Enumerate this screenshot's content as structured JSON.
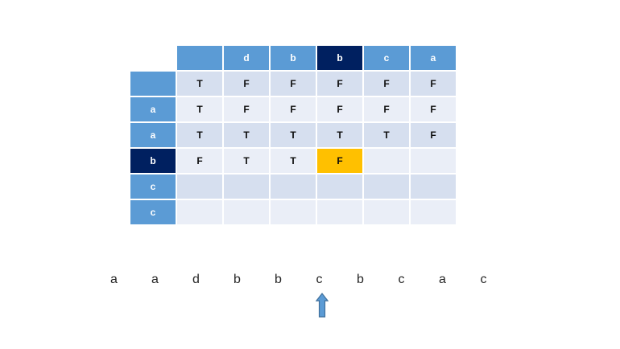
{
  "table": {
    "col_headers": [
      {
        "label": ""
      },
      {
        "label": "d"
      },
      {
        "label": "b"
      },
      {
        "label": "b"
      },
      {
        "label": "c"
      },
      {
        "label": "a"
      }
    ],
    "row_headers": [
      {
        "label": ""
      },
      {
        "label": "a"
      },
      {
        "label": "a"
      },
      {
        "label": "b"
      },
      {
        "label": "c"
      },
      {
        "label": "c"
      }
    ],
    "body_rows": [
      [
        "T",
        "F",
        "F",
        "F",
        "F",
        "F"
      ],
      [
        "T",
        "F",
        "F",
        "F",
        "F",
        "F"
      ],
      [
        "T",
        "T",
        "T",
        "T",
        "T",
        "F"
      ],
      [
        "F",
        "T",
        "T",
        "F",
        "",
        ""
      ],
      [
        "",
        "",
        "",
        "",
        "",
        ""
      ],
      [
        "",
        "",
        "",
        "",
        "",
        ""
      ]
    ],
    "highlight_cell": {
      "row": 3,
      "col": 3
    }
  },
  "sequence": {
    "letters": [
      "a",
      "a",
      "d",
      "b",
      "b",
      "c",
      "b",
      "c",
      "a",
      "c"
    ],
    "pointer_index": 5
  },
  "colors": {
    "header_blue": "#5b9bd5",
    "header_dark_blue": "#002060",
    "row_band_dark": "#d6dfef",
    "row_band_light": "#eaeef7",
    "highlight_gold": "#ffc000",
    "header_text": "#ffffff",
    "cell_text": "#0d0d0d",
    "arrow_fill": "#5b9bd5",
    "arrow_stroke": "#41719c"
  }
}
